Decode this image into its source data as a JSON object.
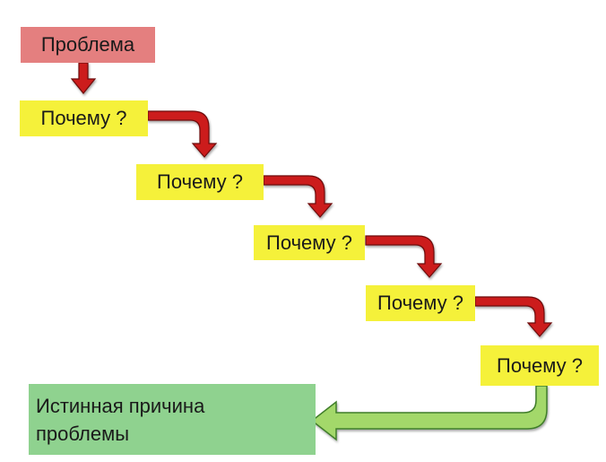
{
  "problem": {
    "label": "Проблема",
    "color": "#e47f7f"
  },
  "steps": [
    {
      "label": "Почему ?"
    },
    {
      "label": "Почему ?"
    },
    {
      "label": "Почему ?"
    },
    {
      "label": "Почему ?"
    },
    {
      "label": "Почему ?"
    }
  ],
  "root_cause": {
    "line1": "Истинная причина",
    "line2": "проблемы",
    "color": "#8fd28f"
  },
  "colors": {
    "why_box": "#f5f13a",
    "red_arrow": "#cc1a1a",
    "red_arrow_outline": "#6e0c0c",
    "green_arrow": "#a3d86a",
    "green_arrow_outline": "#3f7d2a"
  }
}
